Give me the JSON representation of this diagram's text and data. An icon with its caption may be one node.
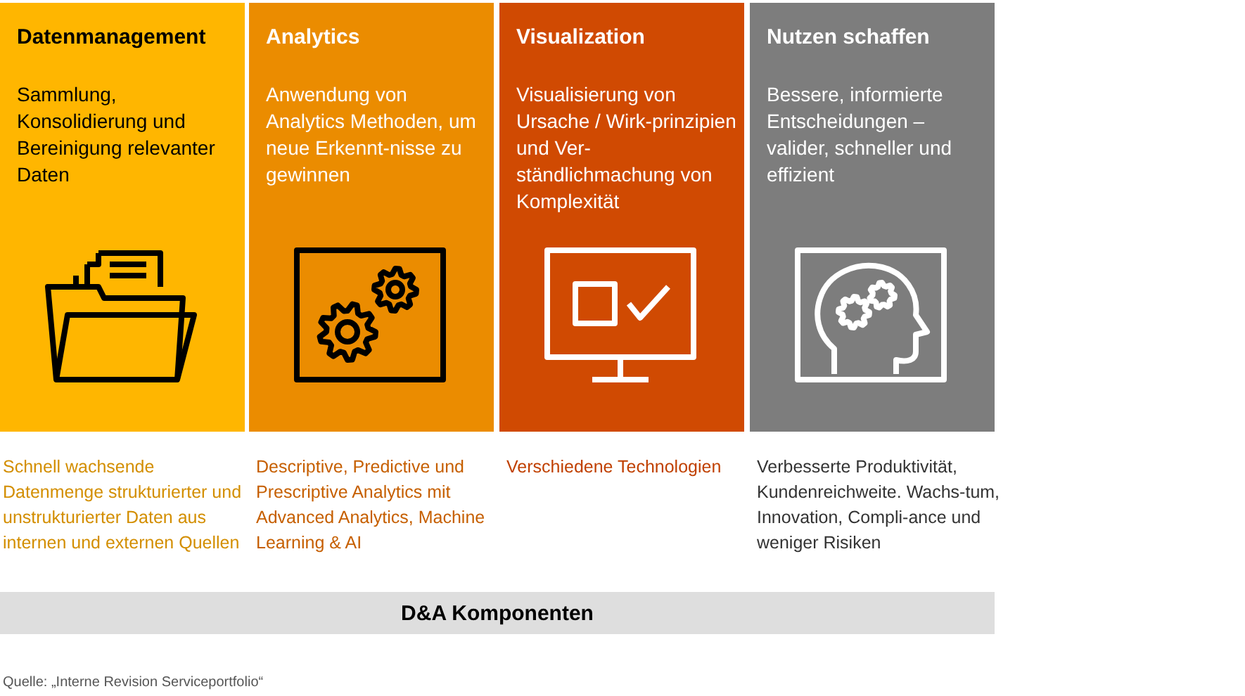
{
  "diagram": {
    "nodes": [
      {
        "text": [
          "Datenmanagement",
          "Sammlung, Konsolidierung und Bereinigung relevanter Daten"
        ],
        "beside": [
          "Schnell wachsende Datenmenge strukturierter und unstrukturierter Daten aus internen und externen Quellen"
        ]
      },
      {
        "text": [
          "Analytics",
          "Anwendung von Analytics Methoden, um neue Erkennt-nisse zu gewinnen"
        ],
        "beside": [
          "Descriptive, Predictive und Prescriptive Analytics mit Advanced Analytics, Machine Learning & AI"
        ]
      },
      {
        "text": [
          "Visualization",
          "Visualisierung von Ursache / Wirk-prinzipien und Ver-ständlichmachung von Komplexität"
        ],
        "beside": [
          "Verschiedene Technologien"
        ]
      },
      {
        "text": [
          "Nutzen schaffen",
          "Bessere, informierte Entscheidungen – valider, schneller und effizient"
        ],
        "beside": [
          "Verbesserte Produktivität, Kundenreichweite. Wachs-tum, Innovation, Compli-ance und weniger Risiken"
        ]
      },
      {
        "text": [
          "D&A Komponenten"
        ]
      }
    ],
    "labels": [
      "Quelle: „Interne Revision Serviceportfolio“"
    ]
  }
}
